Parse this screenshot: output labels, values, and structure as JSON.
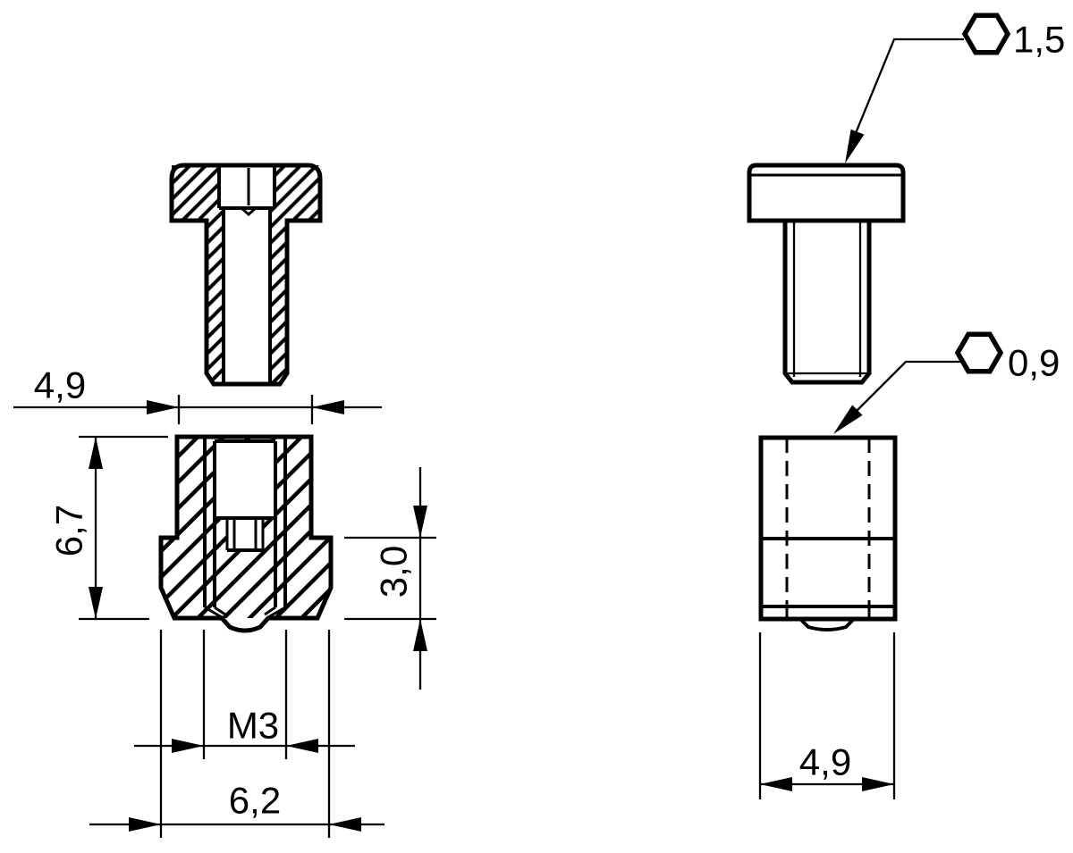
{
  "drawing": {
    "background_color": "#ffffff",
    "line_color": "#000000",
    "views": {
      "screw_section": "screw cross-section view",
      "screw_side": "screw side view",
      "insert_section": "insert cross-section view",
      "insert_side": "insert side view"
    },
    "dimensions": {
      "screw_head_width": "4,9",
      "insert_total_height": "6,7",
      "insert_flange_height": "3,0",
      "thread_designation": "M3",
      "insert_flange_width": "6,2",
      "insert_body_width": "4,9"
    },
    "callouts": {
      "screw_hex_key_size": "1,5",
      "insert_hex_key_size": "0,9"
    }
  }
}
